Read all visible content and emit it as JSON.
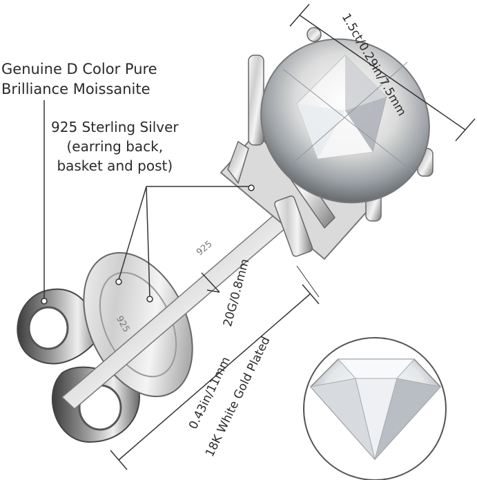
{
  "labels": {
    "genuine_line1": "Genuine D Color Pure",
    "genuine_line2": "Brilliance Moissanite",
    "silver_line1": "925 Sterling Silver",
    "silver_line2": "(earring back,",
    "silver_line3": "basket and post)",
    "stone_size": "1.5ct/0.29in/7.5mm",
    "post_gauge": "20G/0.8mm",
    "post_length": "0.43in/11mm",
    "plating": "18K White Gold Plated",
    "stamp_post": "925",
    "stamp_back": "925"
  },
  "icons": {
    "earring": "stud-earring-illustration",
    "diamond": "moissanite-stone-illustration",
    "back": "butterfly-earring-back"
  },
  "colors": {
    "text": "#2a2a2a",
    "silver_light": "#f2f2f2",
    "silver_mid": "#b9b9b9",
    "silver_dark": "#5e5e5e",
    "background": "#ffffff"
  }
}
